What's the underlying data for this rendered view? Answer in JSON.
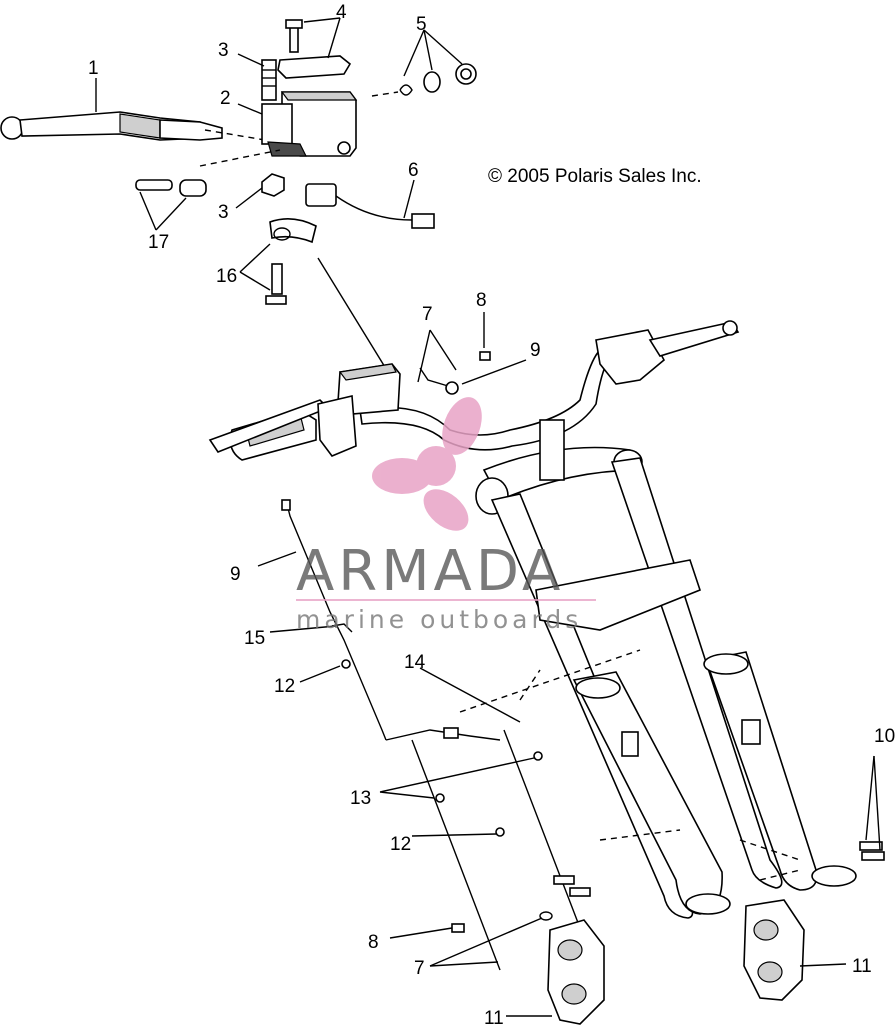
{
  "copyright": "© 2005 Polaris Sales Inc.",
  "watermark": {
    "brand": "ARMADA",
    "tagline": "marine outboards",
    "logo_color": "#e8a3c6",
    "text_color": "#555555"
  },
  "callouts": [
    {
      "id": "c1",
      "label": "1"
    },
    {
      "id": "c2",
      "label": "2"
    },
    {
      "id": "c3a",
      "label": "3"
    },
    {
      "id": "c3b",
      "label": "3"
    },
    {
      "id": "c4",
      "label": "4"
    },
    {
      "id": "c5",
      "label": "5"
    },
    {
      "id": "c6",
      "label": "6"
    },
    {
      "id": "c7a",
      "label": "7"
    },
    {
      "id": "c7b",
      "label": "7"
    },
    {
      "id": "c8a",
      "label": "8"
    },
    {
      "id": "c8b",
      "label": "8"
    },
    {
      "id": "c9a",
      "label": "9"
    },
    {
      "id": "c9b",
      "label": "9"
    },
    {
      "id": "c10",
      "label": "10"
    },
    {
      "id": "c11a",
      "label": "11"
    },
    {
      "id": "c11b",
      "label": "11"
    },
    {
      "id": "c12a",
      "label": "12"
    },
    {
      "id": "c12b",
      "label": "12"
    },
    {
      "id": "c13",
      "label": "13"
    },
    {
      "id": "c14",
      "label": "14"
    },
    {
      "id": "c15",
      "label": "15"
    },
    {
      "id": "c16",
      "label": "16"
    },
    {
      "id": "c17",
      "label": "17"
    }
  ]
}
